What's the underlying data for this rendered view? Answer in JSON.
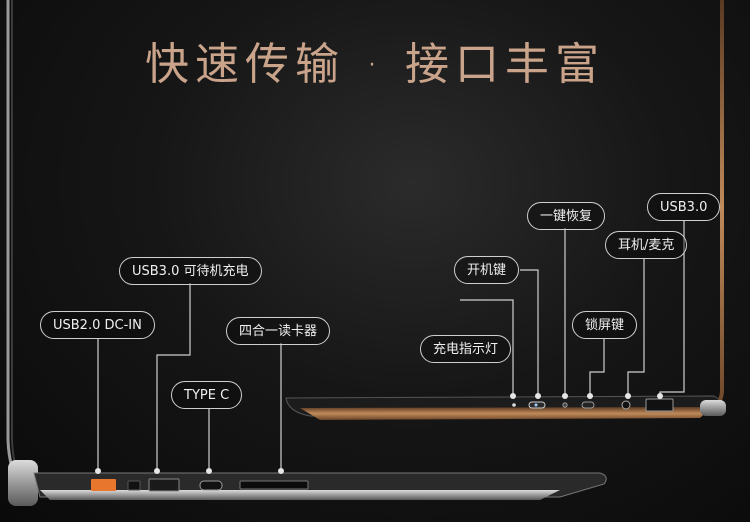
{
  "title": "快速传输 · 接口丰富",
  "labels": {
    "usb2_dcin": "USB2.0  DC-IN",
    "usb3_charge": "USB3.0 可待机充电",
    "type_c": "TYPE C",
    "card_reader": "四合一读卡器",
    "power_key": "开机键",
    "charge_led": "充电指示灯",
    "recovery_key": "一键恢复",
    "lock_key": "锁屏键",
    "audio_jack": "耳机/麦克",
    "usb3_right": "USB3.0"
  },
  "colors": {
    "title": "#c9a38a",
    "usb_orange": "#e8762c",
    "accent_copper": "#b07a4a"
  }
}
